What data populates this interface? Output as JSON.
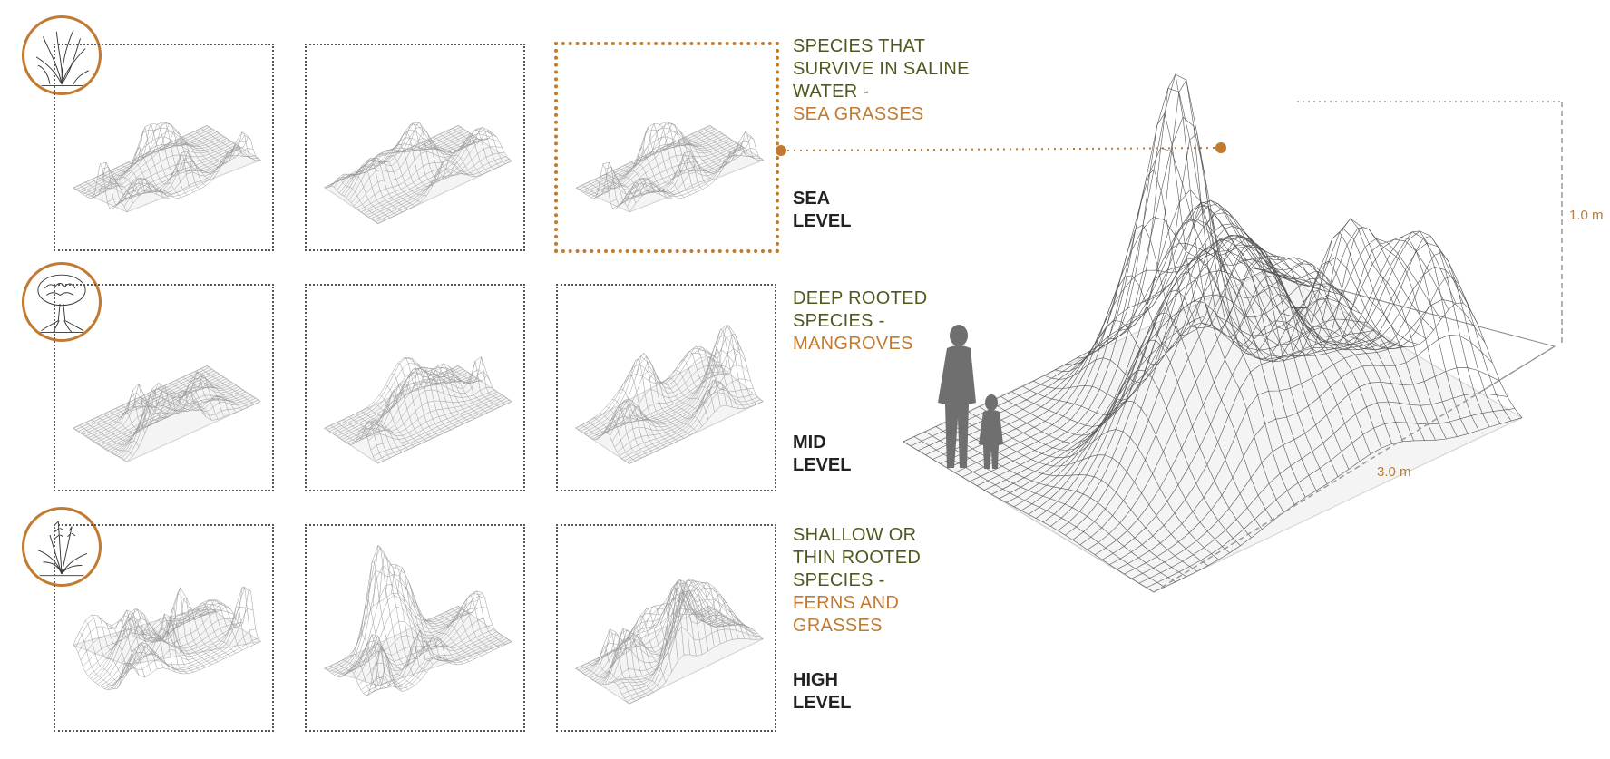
{
  "rows": [
    {
      "icon": "sea-grass-icon",
      "species_desc": "SPECIES THAT\nSURVIVE  IN SALINE\nWATER -",
      "species_name": "SEA GRASSES",
      "level": "SEA\nLEVEL"
    },
    {
      "icon": "mangrove-tree-icon",
      "species_desc": "DEEP ROOTED\nSPECIES -",
      "species_name": "MANGROVES",
      "level": "MID\nLEVEL"
    },
    {
      "icon": "fern-grass-icon",
      "species_desc": "SHALLOW OR\nTHIN ROOTED\nSPECIES -",
      "species_name": "FERNS AND\nGRASSES",
      "level": "HIGH\nLEVEL"
    }
  ],
  "dimensions": {
    "height": "1.0 m",
    "length": "3.0 m"
  },
  "colors": {
    "accent": "#c17a2f",
    "species_text": "#4d5a1f",
    "level_text": "#222222",
    "frame_border": "#555555"
  }
}
